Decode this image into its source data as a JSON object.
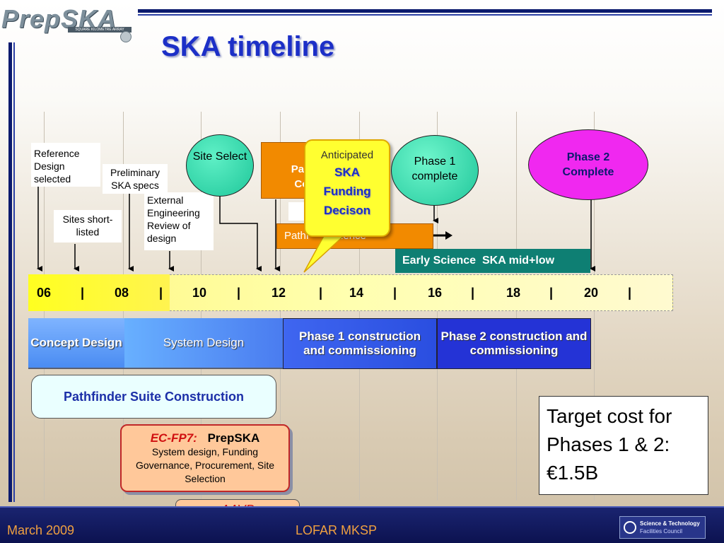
{
  "header": {
    "logo_text": "PrepSKA",
    "logo_tagline": "SQUARE KILOMETRE ARRAY",
    "title": "SKA timeline"
  },
  "milestones": {
    "reference_design": "Reference Design selected",
    "preliminary_specs": "Preliminary SKA specs",
    "sites_shortlisted": "Sites short-listed",
    "external_review": "External Engineering Review of design",
    "site_select": "Site Select",
    "pathfinder_orange_line1": "S",
    "pathfinder_orange_line2": "Path",
    "pathfinder_orange_line3": "Con",
    "anticipated": "Anticipated",
    "funding_decision": "SKA Funding Decison",
    "phase1_complete": "Phase 1 complete",
    "phase2_complete": "Phase 2 Complete"
  },
  "bars": {
    "pathfinder_science": "Pathf     r science",
    "early_science": "Early Science  SKA mid+low"
  },
  "timeline": {
    "labels": [
      "06",
      "|",
      "08",
      "|",
      "10",
      "|",
      "12",
      "|",
      "14",
      "|",
      "16",
      "|",
      "18",
      "|",
      "20",
      "|"
    ]
  },
  "phases": {
    "concept": "Concept Design",
    "system": "System Design",
    "phase1": "Phase 1 construction and commissioning",
    "phase2": "Phase 2  construction and commissioning"
  },
  "pathfinder_suite": "Pathfinder Suite Construction",
  "ecfp7": {
    "label": "EC-FP7:",
    "name": "PrepSKA",
    "desc": "System design,   Funding Governance, Procurement, Site Selection"
  },
  "aavp": "AAVP",
  "target_cost": "Target cost for Phases 1 & 2: €1.5B",
  "footer": {
    "date": "March 2009",
    "event": "LOFAR MKSP",
    "council_line1": "Science & Technology",
    "council_line2": "Facilities Council"
  },
  "colors": {
    "title_blue": "#1c2fc7",
    "orange": "#f28a00",
    "teal": "#0e7f73",
    "green_ellipse": "#1fc79a",
    "magenta": "#f028f0",
    "blue_band": "#2a3fd8"
  }
}
